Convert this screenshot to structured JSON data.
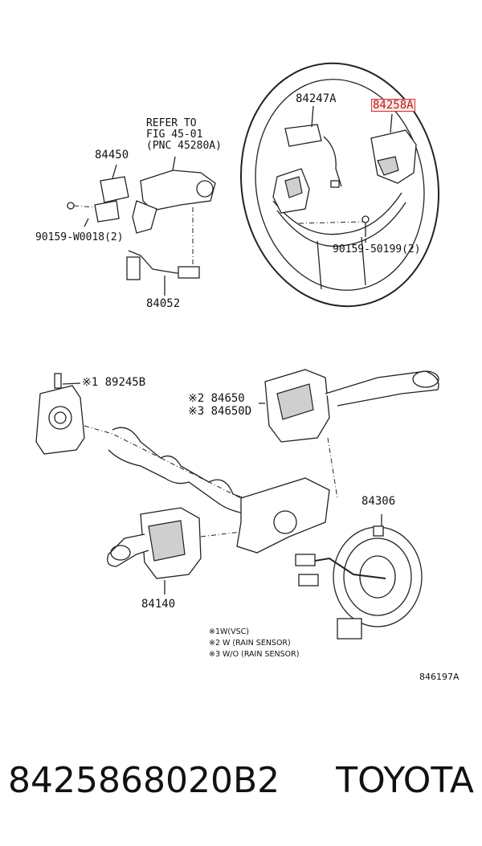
{
  "labels": {
    "refer_line1": "REFER TO",
    "refer_line2": "FIG  45-01",
    "refer_line3": "(PNC 45280A)",
    "p84450": "84450",
    "p84247a": "84247A",
    "p84258a": "84258A",
    "p90159_w0018": "90159-W0018(2)",
    "p90159_50199": "90159-50199(2)",
    "p84052": "84052",
    "p89245b": "※1 89245B",
    "p84650": "※2 84650",
    "p84650d": "※3 84650D",
    "p84306": "84306",
    "p84140": "84140",
    "note1": "※1W(VSC)",
    "note2": "※2 W (RAIN SENSOR)",
    "note3": "※3 W/O (RAIN SENSOR)",
    "fig_id": "846197A"
  },
  "highlight_color": "#d32f2f",
  "footer": {
    "part_number": "8425868020B2",
    "brand": "TOYOTA"
  }
}
